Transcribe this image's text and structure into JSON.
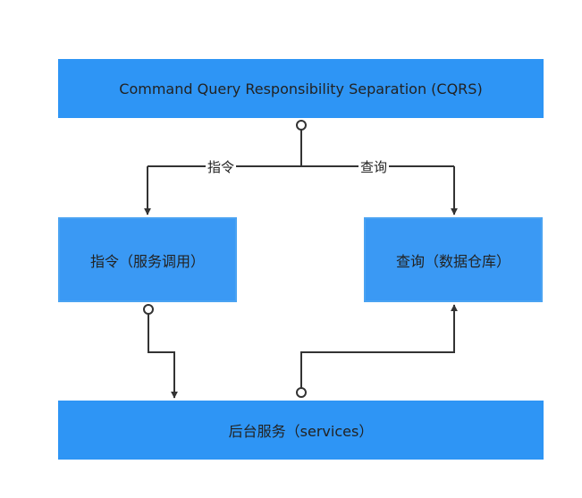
{
  "diagram": {
    "top_box": "Command Query Responsibility Separation (CQRS)",
    "left_box": "指令（服务调用）",
    "right_box": "查询（数据仓库）",
    "bottom_box": "后台服务（services）",
    "edge_labels": {
      "command": "指令",
      "query": "查询"
    }
  },
  "colors": {
    "box_fill": "#2e95f5",
    "line": "#333333"
  }
}
